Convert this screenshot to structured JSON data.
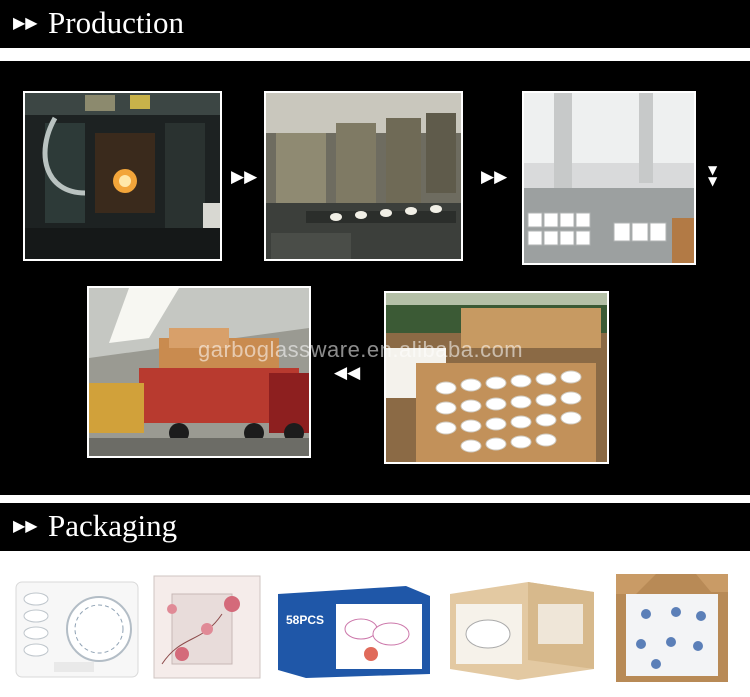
{
  "sections": {
    "production": {
      "arrows": "▶▶",
      "title": "Production"
    },
    "packaging": {
      "arrows": "▶▶",
      "title": "Packaging"
    }
  },
  "flow_arrows": {
    "right": "▶▶",
    "down": "▼▼",
    "left": "◀◀"
  },
  "watermark": "garboglassware.en.alibaba.com",
  "packaging_photos": {
    "gift_box_label": "58PCS"
  },
  "colors": {
    "banner": "#000000",
    "panel": "#000000",
    "text": "#ffffff"
  }
}
